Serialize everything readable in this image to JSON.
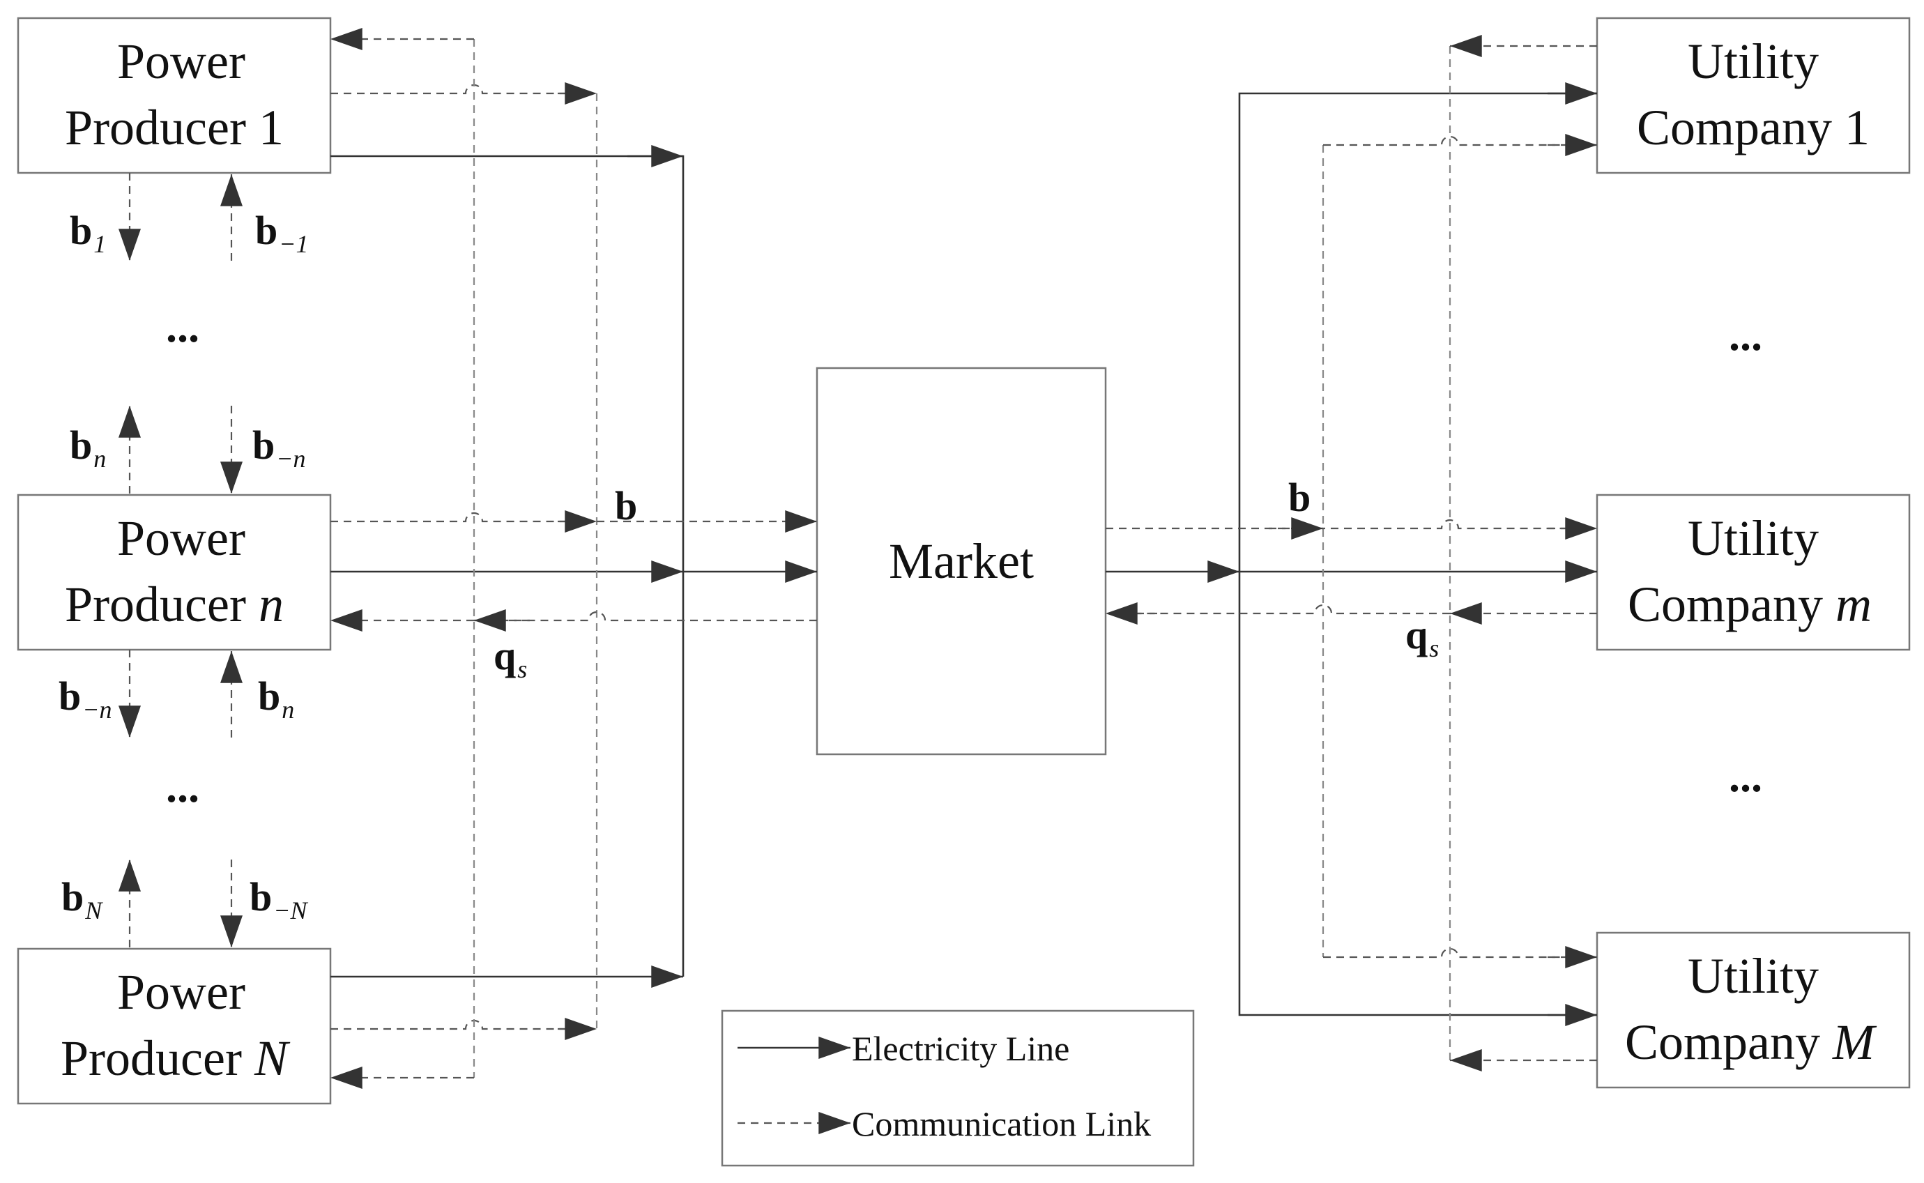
{
  "producers": [
    {
      "line1": "Power",
      "line2": "Producer",
      "index": "1",
      "italic": false
    },
    {
      "line1": "Power",
      "line2": "Producer",
      "index": "n",
      "italic": true
    },
    {
      "line1": "Power",
      "line2": "Producer",
      "index": "N",
      "italic": true
    }
  ],
  "utilities": [
    {
      "line1": "Utility",
      "line2": "Company",
      "index": "1",
      "italic": false
    },
    {
      "line1": "Utility",
      "line2": "Company",
      "index": "m",
      "italic": true
    },
    {
      "line1": "Utility",
      "line2": "Company",
      "index": "M",
      "italic": true
    }
  ],
  "market": {
    "label": "Market"
  },
  "ellipsis": "...",
  "symbols": {
    "b": "b",
    "q": "q",
    "sub_1": "1",
    "sub_neg1": "−1",
    "sub_n": "n",
    "sub_negn": "−n",
    "sub_N": "N",
    "sub_negN": "−N",
    "sub_s": "s"
  },
  "legend": {
    "electricity": "Electricity Line",
    "communication": "Communication Link"
  }
}
